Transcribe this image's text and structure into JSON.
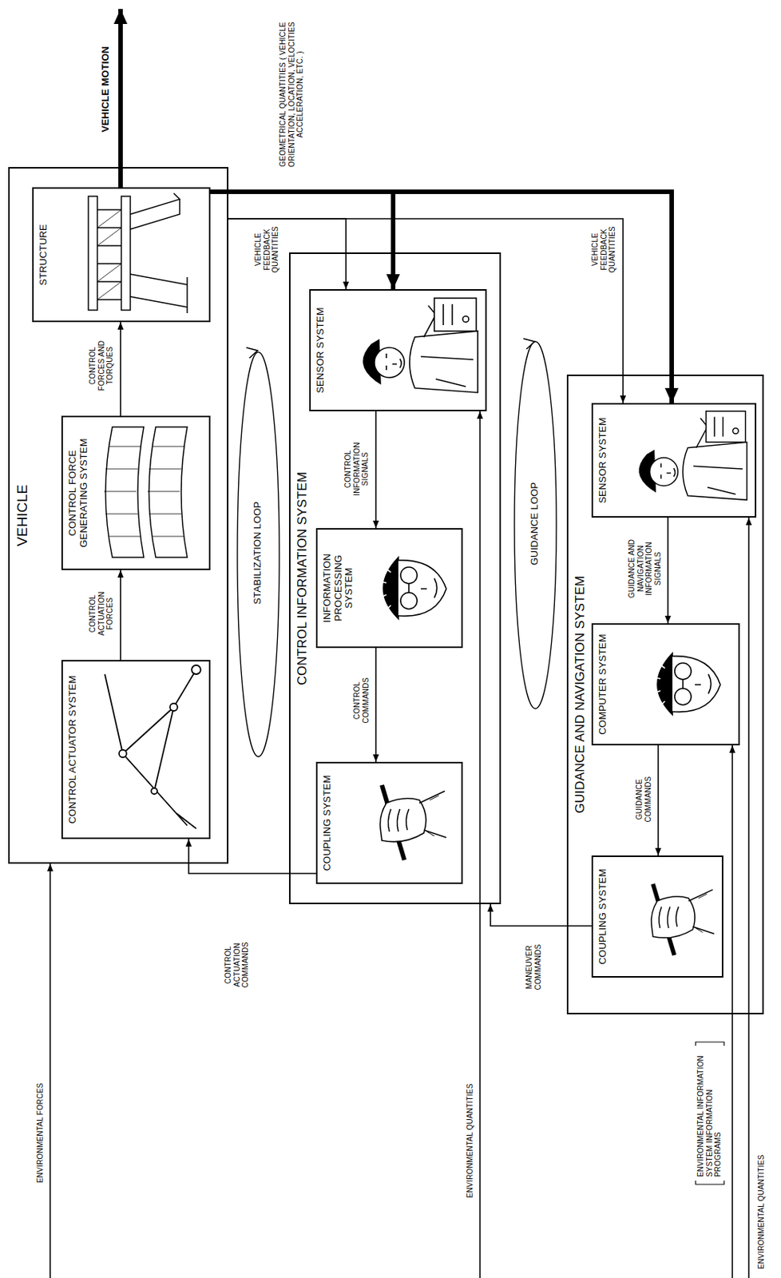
{
  "diagram": {
    "nodes": [
      {
        "text": [
          "VEHICLE"
        ]
      },
      {
        "text": [
          "STRUCTURE"
        ],
        "in": 0
      },
      {
        "text": [
          "CONTROL FORCE GENERATING SYSTEM"
        ],
        "in": 0
      },
      {
        "text": [
          "CONTROL ACTUATOR SYSTEM"
        ],
        "in": 0
      },
      {
        "text": [
          "CONTROL INFORMATION SYSTEM"
        ]
      },
      {
        "text": [
          "SENSOR SYSTEM"
        ],
        "in": 4
      },
      {
        "text": [
          "INFORMATION PROCESSING SYSTEM"
        ],
        "in": 4
      },
      {
        "text": [
          "COUPLING SYSTEM"
        ],
        "in": 4
      },
      {
        "text": [
          "GUIDANCE AND NAVIGATION SYSTEM"
        ]
      },
      {
        "text": [
          "SENSOR SYSTEM"
        ],
        "in": 8
      },
      {
        "text": [
          "COMPUTER SYSTEM"
        ],
        "in": 8
      },
      {
        "text": [
          "COUPLING SYSTEM"
        ],
        "in": 8
      }
    ],
    "edges": [
      {
        "from": 3,
        "to": 2,
        "label": "CONTROL ACTUATION FORCES",
        "arrow": "to"
      },
      {
        "from": 2,
        "to": 1,
        "label": "CONTROL FORCES AND TORQUES",
        "arrow": "to"
      },
      {
        "from": 1,
        "to": 5,
        "arrow": "to"
      },
      {
        "from": 0,
        "to": 5,
        "label": "VEHICLE FEEDBACK QUANTITIES",
        "arrow": "to"
      },
      {
        "from": 1,
        "to": 9,
        "arrow": "to"
      },
      {
        "from": 0,
        "to": 9,
        "label": "VEHICLE FEEDBACK QUANTITIES",
        "arrow": "to"
      },
      {
        "from": 5,
        "to": 6,
        "label": "CONTROL INFORMATION SIGNALS",
        "arrow": "to"
      },
      {
        "from": 6,
        "to": 7,
        "label": "CONTROL COMMANDS",
        "arrow": "to"
      },
      {
        "from": 7,
        "to": 3,
        "label": "CONTROL ACTUATION COMMANDS",
        "arrow": "to"
      },
      {
        "from": 9,
        "to": 10,
        "label": "GUIDANCE AND NAVIGATION INFORMATION SIGNALS",
        "arrow": "to"
      },
      {
        "from": 10,
        "to": 11,
        "label": "GUIDANCE COMMANDS",
        "arrow": "to"
      },
      {
        "from": 11,
        "to": 4,
        "label": "MANEUVER COMMANDS",
        "arrow": "to"
      }
    ],
    "labels": [
      "VEHICLE MOTION",
      "GEOMETRICAL QUANTITIES ( VEHICLE ORIENTATION, LOCATION, VELOCITIES ACCELERATION, ETC. )",
      "STABILIZATION LOOP",
      "GUIDANCE LOOP",
      "ENVIRONMENTAL FORCES",
      "ENVIRONMENTAL QUANTITIES",
      "ENVIRONMENTAL INFORMATION SYSTEM INFORMATION PROGRAMS",
      "ENVIRONMENTAL QUANTITIES"
    ]
  }
}
